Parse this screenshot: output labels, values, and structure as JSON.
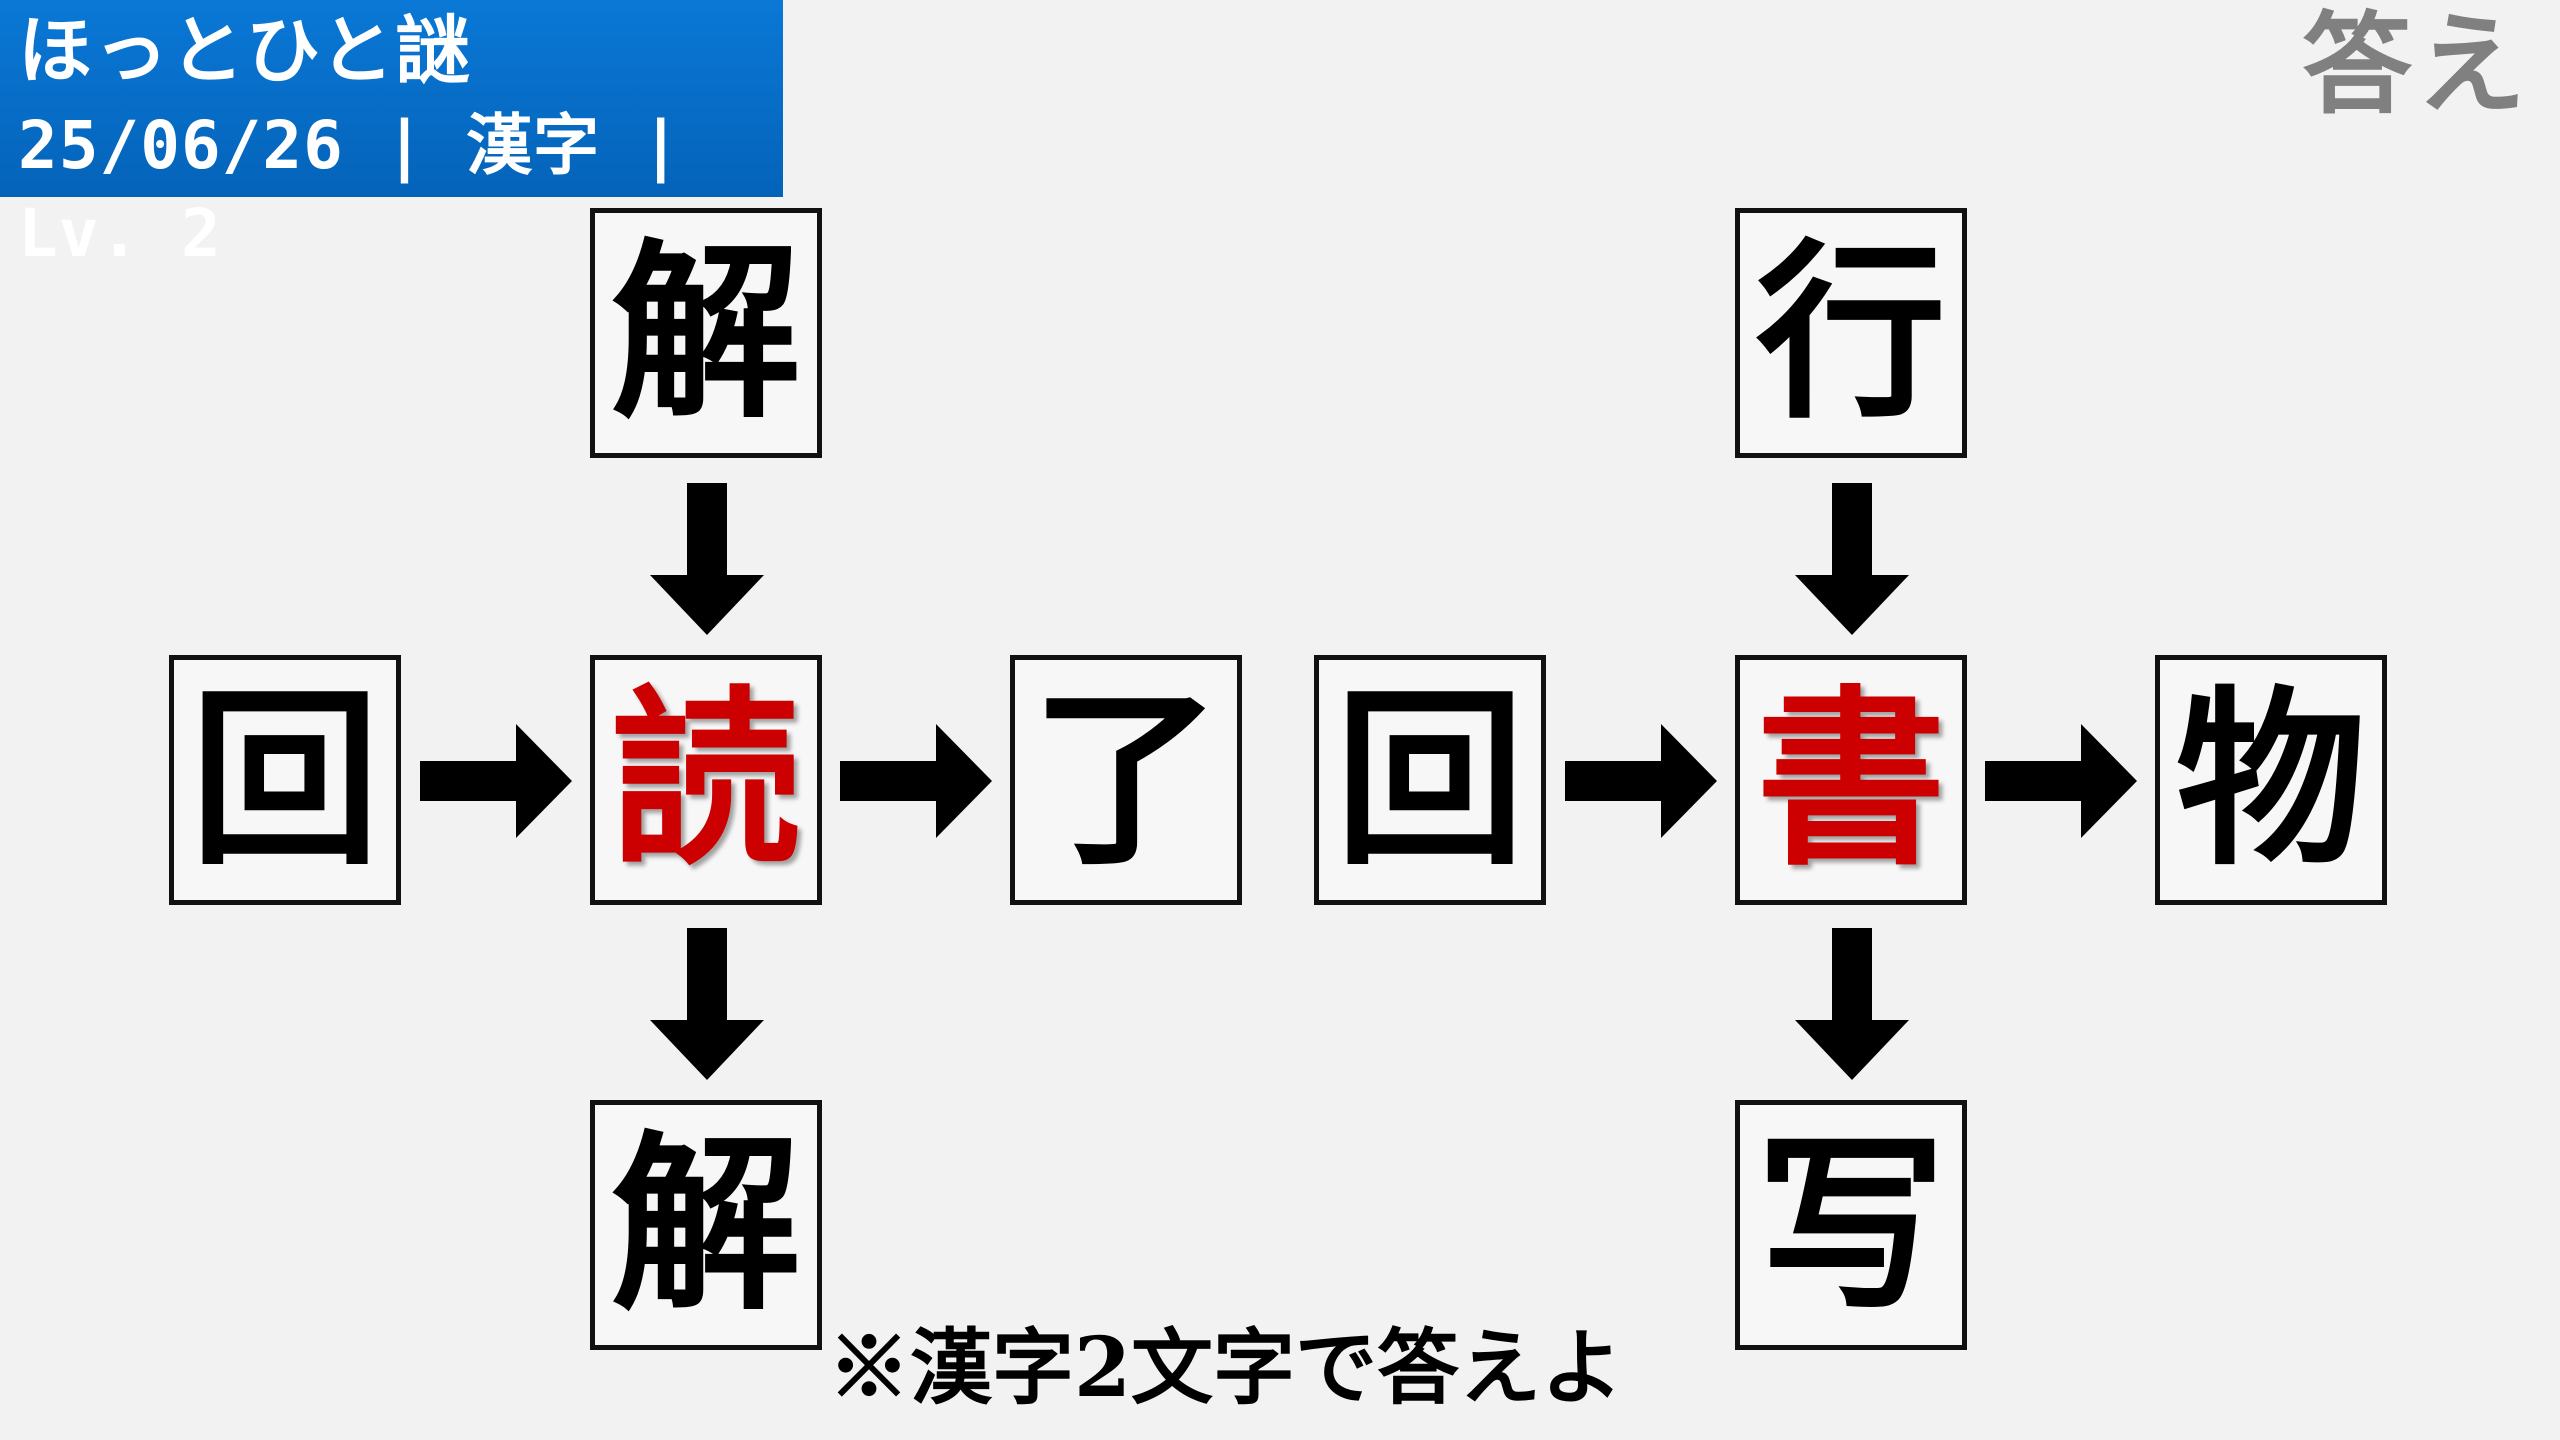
{
  "header": {
    "title": "ほっとひと謎",
    "subtitle": "25/06/26 | 漢字 | Lv. 2"
  },
  "answer_label": "答え",
  "puzzle_left": {
    "top": "解",
    "left": "回",
    "center": "読",
    "right": "了",
    "bottom": "解"
  },
  "puzzle_right": {
    "top": "行",
    "left": "回",
    "center": "書",
    "right": "物",
    "bottom": "写"
  },
  "note": "※漢字2文字で答えよ",
  "colors": {
    "header_bg": "#0463b9",
    "center_kanji": "#cc0000",
    "answer_label": "#808080",
    "background": "#f2f2f2"
  }
}
